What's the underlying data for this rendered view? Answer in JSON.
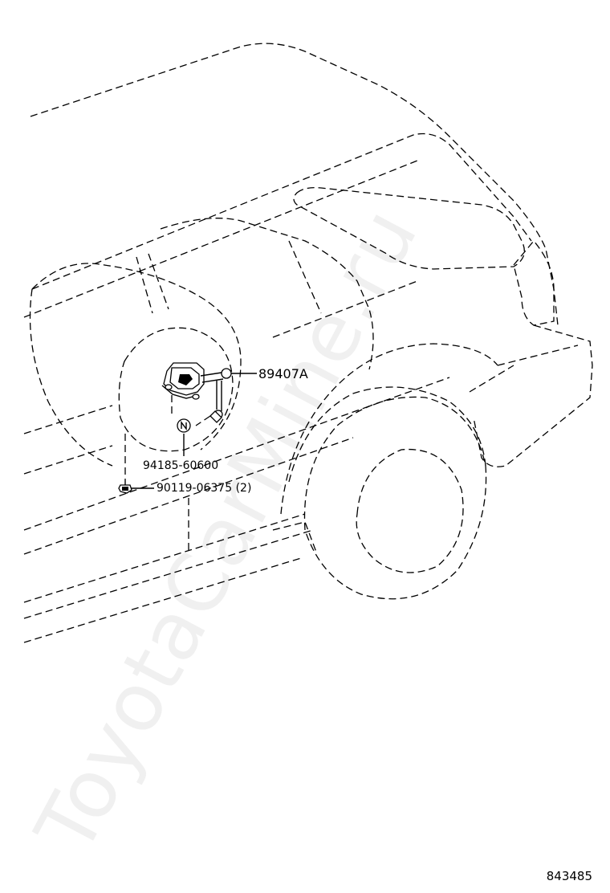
{
  "diagram": {
    "type": "parts exploded view",
    "subject": "rear height control sensor on vehicle body"
  },
  "callouts": [
    {
      "id": "sensor",
      "part_number": "89407A",
      "icon": "height-control-sensor-icon"
    },
    {
      "id": "nut",
      "part_number": "94185-60600",
      "icon": "flange-nut-icon"
    },
    {
      "id": "bolt",
      "part_number": "90119-06375",
      "quantity_label": "(2)",
      "icon": "bolt-icon"
    }
  ],
  "watermark": "ToyotaCarMine.ru",
  "diagram_id": "843485",
  "colors": {
    "line": "#000000",
    "background": "#ffffff",
    "watermark": "#0000000f"
  }
}
